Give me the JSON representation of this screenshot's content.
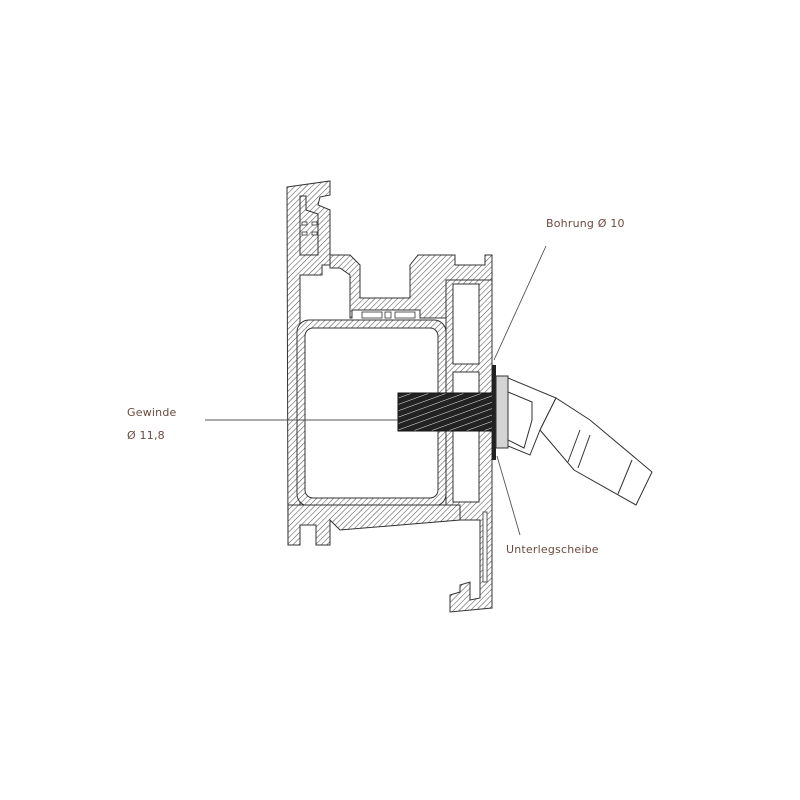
{
  "diagram": {
    "type": "technical-cross-section",
    "subject": "aluminium profile with screw fixing",
    "label_color": "#6b4a3e",
    "line_color": "#333333",
    "labels": {
      "bohrung": "Bohrung Ø 10",
      "gewinde_title": "Gewinde",
      "gewinde_value": "Ø 11,8",
      "unterlegscheibe": "Unterlegscheibe"
    }
  }
}
